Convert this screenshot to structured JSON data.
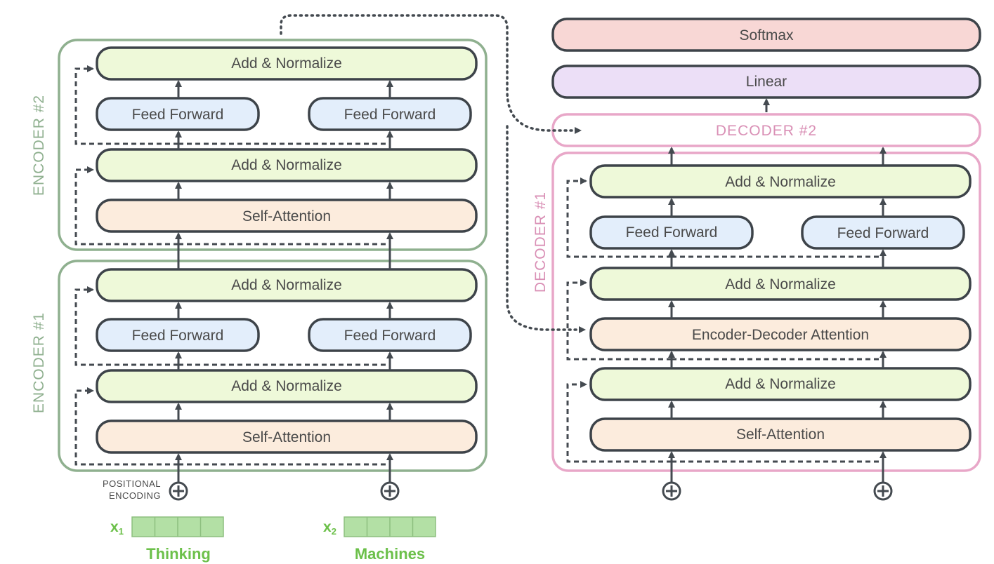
{
  "colors": {
    "encoder": "#8fb08f",
    "decoder": "#e8a7c8",
    "add_norm": "#eef9d9",
    "feed_forward": "#e3eefb",
    "attention": "#fcecdd",
    "linear": "#ecdff7",
    "softmax": "#f8d7d5",
    "embedding": "#b3e0a5",
    "word": "#6cc04a"
  },
  "encoder2": {
    "label": "ENCODER #2",
    "add_norm_top": "Add & Normalize",
    "ff_left": "Feed Forward",
    "ff_right": "Feed Forward",
    "add_norm_bottom": "Add & Normalize",
    "self_attention": "Self-Attention"
  },
  "encoder1": {
    "label": "ENCODER #1",
    "add_norm_top": "Add & Normalize",
    "ff_left": "Feed Forward",
    "ff_right": "Feed Forward",
    "add_norm_bottom": "Add & Normalize",
    "self_attention": "Self-Attention"
  },
  "inputs": {
    "positional_encoding_line1": "POSITIONAL",
    "positional_encoding_line2": "ENCODING",
    "x1": {
      "var": "x",
      "sub": "1",
      "word": "Thinking"
    },
    "x2": {
      "var": "x",
      "sub": "2",
      "word": "Machines"
    }
  },
  "decoder": {
    "softmax": "Softmax",
    "linear": "Linear",
    "decoder2_label": "DECODER #2",
    "decoder1_label": "DECODER #1",
    "add_norm_top": "Add & Normalize",
    "ff_left": "Feed Forward",
    "ff_right": "Feed Forward",
    "add_norm_mid": "Add & Normalize",
    "enc_dec_attention": "Encoder-Decoder Attention",
    "add_norm_bottom": "Add & Normalize",
    "self_attention": "Self-Attention"
  }
}
